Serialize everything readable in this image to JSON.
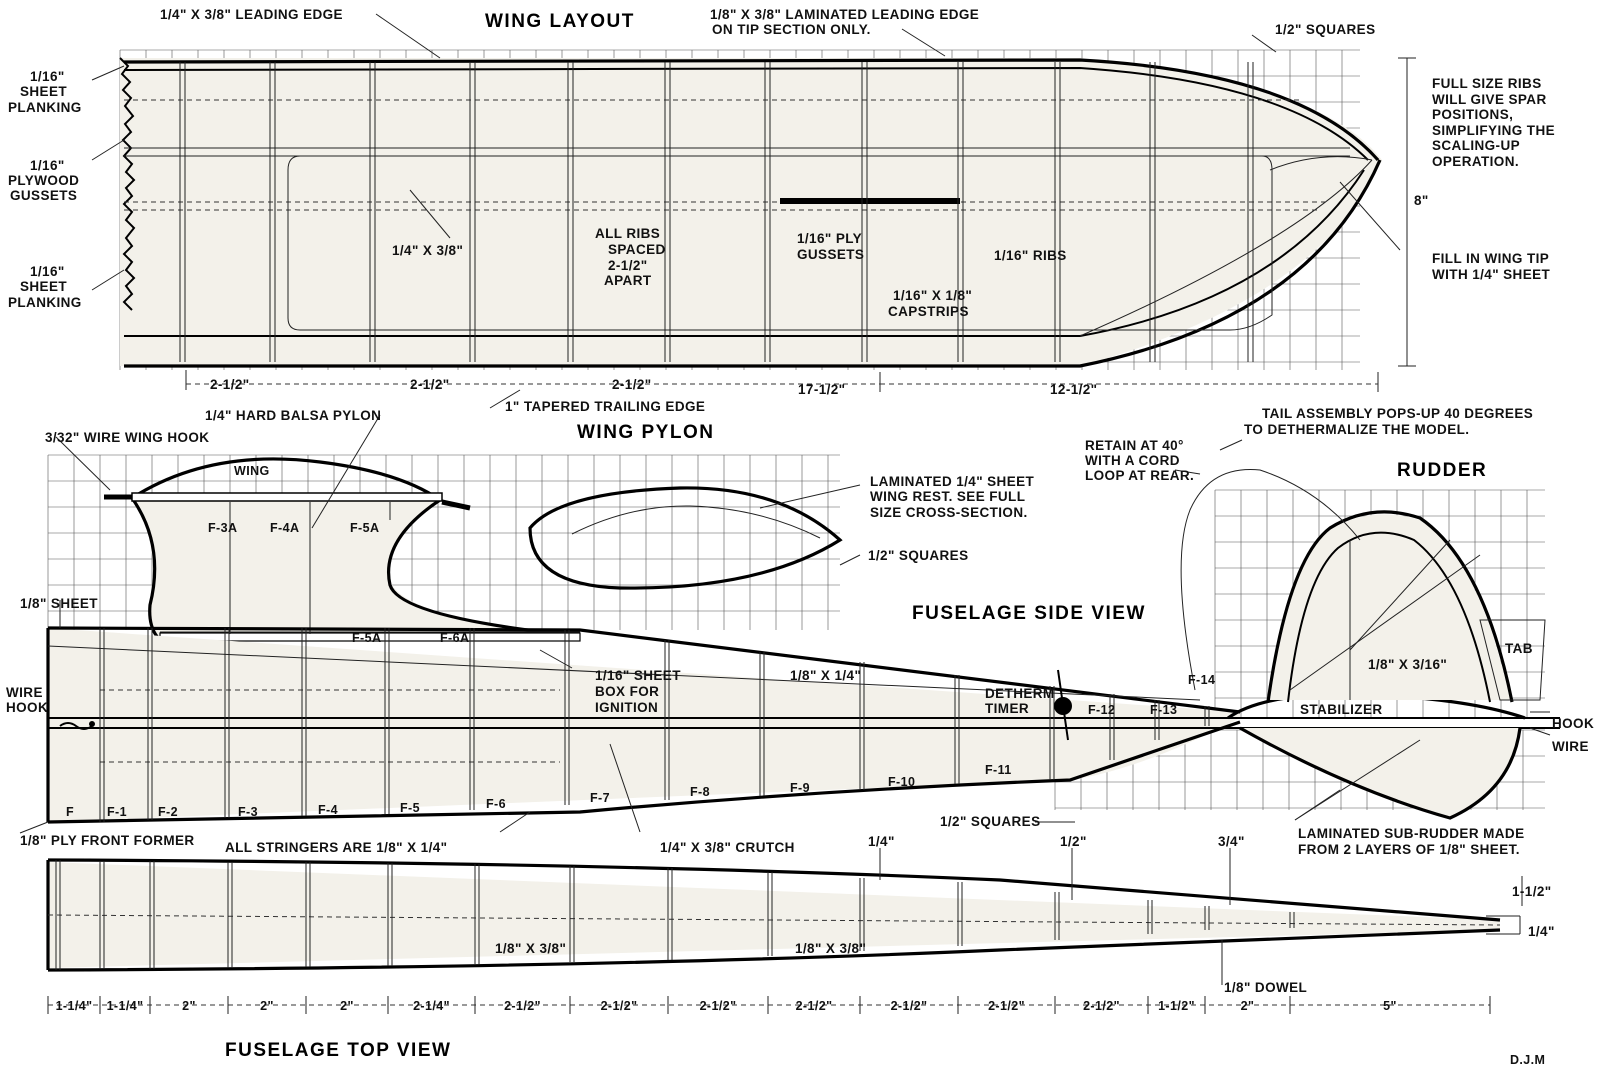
{
  "titles": {
    "wing_layout": "WING LAYOUT",
    "wing_pylon": "WING PYLON",
    "rudder": "RUDDER",
    "fuselage_side": "FUSELAGE SIDE VIEW",
    "fuselage_top": "FUSELAGE TOP VIEW"
  },
  "wing": {
    "leading_edge": "1/4\" X 3/8\" LEADING EDGE",
    "laminated_le_1": "1/8\" X 3/8\" LAMINATED LEADING EDGE",
    "laminated_le_2": "ON TIP SECTION ONLY.",
    "squares": "1/2\" SQUARES",
    "sheet_planking_a": [
      "1/16\"",
      "SHEET",
      "PLANKING"
    ],
    "plywood_gussets": [
      "1/16\"",
      "PLYWOOD",
      "GUSSETS"
    ],
    "sheet_planking_b": [
      "1/16\"",
      "SHEET",
      "PLANKING"
    ],
    "spar": "1/4\" X 3/8\"",
    "ribs_spaced": [
      "ALL RIBS",
      "SPACED",
      "2-1/2\"",
      "APART"
    ],
    "ply_gussets": [
      "1/16\" PLY",
      "GUSSETS"
    ],
    "ribs": "1/16\" RIBS",
    "capstrips": [
      "1/16\" X 1/8\"",
      "CAPSTRIPS"
    ],
    "full_size_ribs": [
      "FULL SIZE RIBS",
      "WILL GIVE SPAR",
      "POSITIONS,",
      "SIMPLIFYING THE",
      "SCALING-UP",
      "OPERATION."
    ],
    "chord": "8\"",
    "fill_tip": [
      "FILL IN WING TIP",
      "WITH 1/4\" SHEET"
    ],
    "dims": [
      "2-1/2\"",
      "2-1/2\"",
      "2-1/2\"",
      "17-1/2\"",
      "12-1/2\""
    ],
    "trailing_edge": "1\" TAPERED TRAILING EDGE"
  },
  "pylon": {
    "hard_balsa": "1/4\" HARD BALSA PYLON",
    "wire_hook": "3/32\" WIRE WING HOOK",
    "wing_word": "WING",
    "formers": [
      "F-3A",
      "F-4A",
      "F-5A",
      "F-5A",
      "F-6A"
    ],
    "laminated": [
      "LAMINATED 1/4\" SHEET",
      "WING REST.  SEE FULL",
      "SIZE CROSS-SECTION."
    ],
    "squares": "1/2\" SQUARES"
  },
  "tail": {
    "pops_up": [
      "TAIL ASSEMBLY POPS-UP 40 DEGREES",
      "TO DETHERMALIZE THE MODEL."
    ],
    "retain": [
      "RETAIN AT 40°",
      "WITH A CORD",
      "LOOP AT REAR."
    ],
    "tab": "TAB",
    "spar": "1/8\" X 3/16\"",
    "stabilizer": "STABILIZER",
    "hook": "HOOK",
    "wire": "WIRE",
    "sub_rudder": [
      "LAMINATED SUB-RUDDER MADE",
      "FROM 2 LAYERS OF 1/8\" SHEET."
    ]
  },
  "fuselage": {
    "sheet": "1/8\" SHEET",
    "wire_hook": [
      "WIRE",
      "HOOK"
    ],
    "sheet_box": [
      "1/16\" SHEET",
      "BOX FOR",
      "IGNITION"
    ],
    "longeron": "1/8\" X 1/4\"",
    "dethermalizer": [
      "DETHERM",
      "TIMER"
    ],
    "formers": [
      "F",
      "F-1",
      "F-2",
      "F-3",
      "F-4",
      "F-5",
      "F-6",
      "F-7",
      "F-8",
      "F-9",
      "F-10",
      "F-11",
      "F-12",
      "F-13",
      "F-14"
    ],
    "squares": "1/2\" SQUARES",
    "ply_front": "1/8\" PLY FRONT FORMER",
    "stringers": "ALL STRINGERS ARE 1/8\" X 1/4\"",
    "crutch": "1/4\" X 3/8\" CRUTCH",
    "top_marks": [
      "1/4\"",
      "1/2\"",
      "3/4\""
    ],
    "top_spar_a": "1/8\" X 3/8\"",
    "top_spar_b": "1/8\" X 3/8\"",
    "height_a": "1-1/2\"",
    "height_b": "1/4\"",
    "dowel": "1/8\" DOWEL",
    "stations": [
      "1-1/4\"",
      "1-1/4\"",
      "2\"",
      "2\"",
      "2\"",
      "2-1/4\"",
      "2-1/2\"",
      "2-1/2\"",
      "2-1/2\"",
      "2-1/2\"",
      "2-1/2\"",
      "2-1/2\"",
      "2-1/2\"",
      "1-1/2\"",
      "2\"",
      "5\""
    ]
  },
  "initials": "D.J.M"
}
